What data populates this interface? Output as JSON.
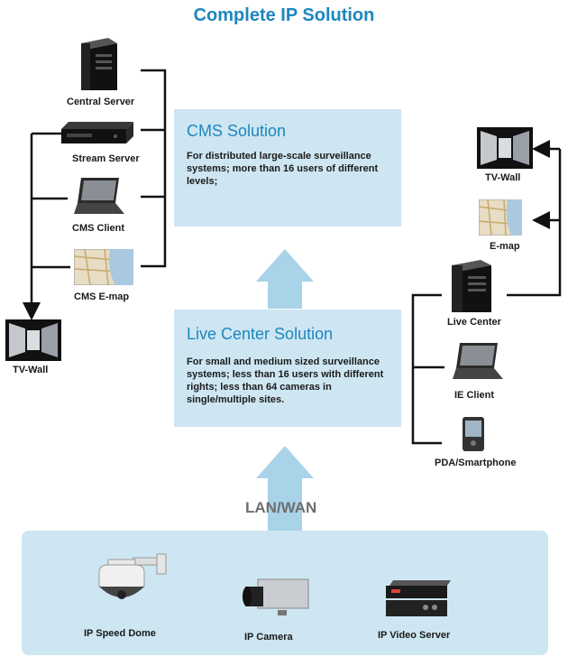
{
  "title": "Complete IP Solution",
  "cms": {
    "heading": "CMS Solution",
    "description": "For distributed large-scale surveillance systems; more than 16 users of different levels;"
  },
  "live_center": {
    "heading": "Live Center Solution",
    "description": "For small and medium sized surveillance systems; less than 16 users with different rights; less than 64 cameras in single/multiple sites."
  },
  "network_label": "LAN/WAN",
  "left_devices": {
    "central_server": "Central Server",
    "stream_server": "Stream Server",
    "cms_client": "CMS Client",
    "cms_emap": "CMS E-map",
    "tv_wall": "TV-Wall"
  },
  "right_devices": {
    "tv_wall": "TV-Wall",
    "emap": "E-map",
    "live_center": "Live Center",
    "ie_client": "IE Client",
    "pda": "PDA/Smartphone"
  },
  "field_devices": {
    "speed_dome": "IP Speed Dome",
    "ip_camera": "IP Camera",
    "video_server": "IP Video Server"
  },
  "colors": {
    "accent": "#1e86bf",
    "panel": "#cde6f2",
    "arrow": "#a9d3e8"
  }
}
